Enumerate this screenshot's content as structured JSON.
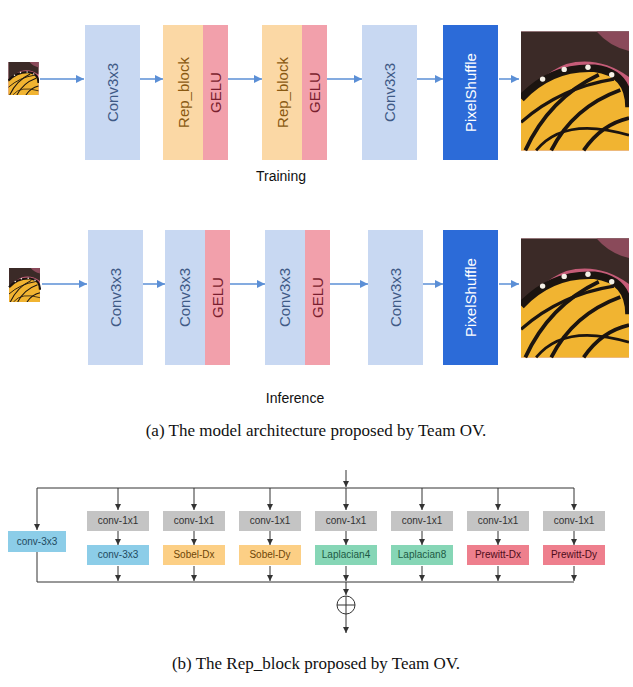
{
  "diagram": {
    "nodes": [
      {
        "text": [
          "Conv3x3"
        ]
      },
      {
        "text": [
          "Rep_block"
        ]
      },
      {
        "text": [
          "GELU"
        ]
      },
      {
        "text": [
          "Rep_block"
        ]
      },
      {
        "text": [
          "GELU"
        ]
      },
      {
        "text": [
          "Conv3x3"
        ]
      },
      {
        "text": [
          "PixelShuffle"
        ]
      },
      {
        "text": [
          "Conv3x3"
        ]
      },
      {
        "text": [
          "Conv3x3"
        ]
      },
      {
        "text": [
          "GELU"
        ]
      },
      {
        "text": [
          "Conv3x3"
        ]
      },
      {
        "text": [
          "GELU"
        ]
      },
      {
        "text": [
          "Conv3x3"
        ]
      },
      {
        "text": [
          "PixelShuffle"
        ]
      },
      {
        "text": [
          "conv-3x3"
        ]
      },
      {
        "text": [
          "conv-1x1"
        ]
      },
      {
        "text": [
          "conv-1x1"
        ]
      },
      {
        "text": [
          "conv-1x1"
        ]
      },
      {
        "text": [
          "conv-1x1"
        ]
      },
      {
        "text": [
          "conv-1x1"
        ]
      },
      {
        "text": [
          "conv-1x1"
        ]
      },
      {
        "text": [
          "conv-1x1"
        ]
      },
      {
        "text": [
          "conv-3x3"
        ]
      },
      {
        "text": [
          "Sobel-Dx"
        ]
      },
      {
        "text": [
          "Sobel-Dy"
        ]
      },
      {
        "text": [
          "Laplacian4"
        ]
      },
      {
        "text": [
          "Laplacian8"
        ]
      },
      {
        "text": [
          "Prewitt-Dx"
        ]
      },
      {
        "text": [
          "Prewitt-Dy"
        ]
      }
    ],
    "edges": [
      {
        "from": 0,
        "to": 1,
        "arrow": "to"
      },
      {
        "from": 2,
        "to": 3,
        "arrow": "to"
      },
      {
        "from": 4,
        "to": 5,
        "arrow": "to"
      },
      {
        "from": 5,
        "to": 6,
        "arrow": "to"
      },
      {
        "from": 7,
        "to": 8,
        "arrow": "to"
      },
      {
        "from": 9,
        "to": 10,
        "arrow": "to"
      },
      {
        "from": 11,
        "to": 12,
        "arrow": "to"
      },
      {
        "from": 12,
        "to": 13,
        "arrow": "to"
      },
      {
        "from": 15,
        "to": 22,
        "arrow": "to"
      },
      {
        "from": 16,
        "to": 23,
        "arrow": "to"
      },
      {
        "from": 17,
        "to": 24,
        "arrow": "to"
      },
      {
        "from": 18,
        "to": 25,
        "arrow": "to"
      },
      {
        "from": 19,
        "to": 26,
        "arrow": "to"
      },
      {
        "from": 20,
        "to": 27,
        "arrow": "to"
      },
      {
        "from": 21,
        "to": 28,
        "arrow": "to"
      }
    ],
    "labels": [
      "Training",
      "Inference",
      "(a) The model architecture proposed by Team OV.",
      "(b) The Rep_block proposed by Team OV."
    ]
  }
}
